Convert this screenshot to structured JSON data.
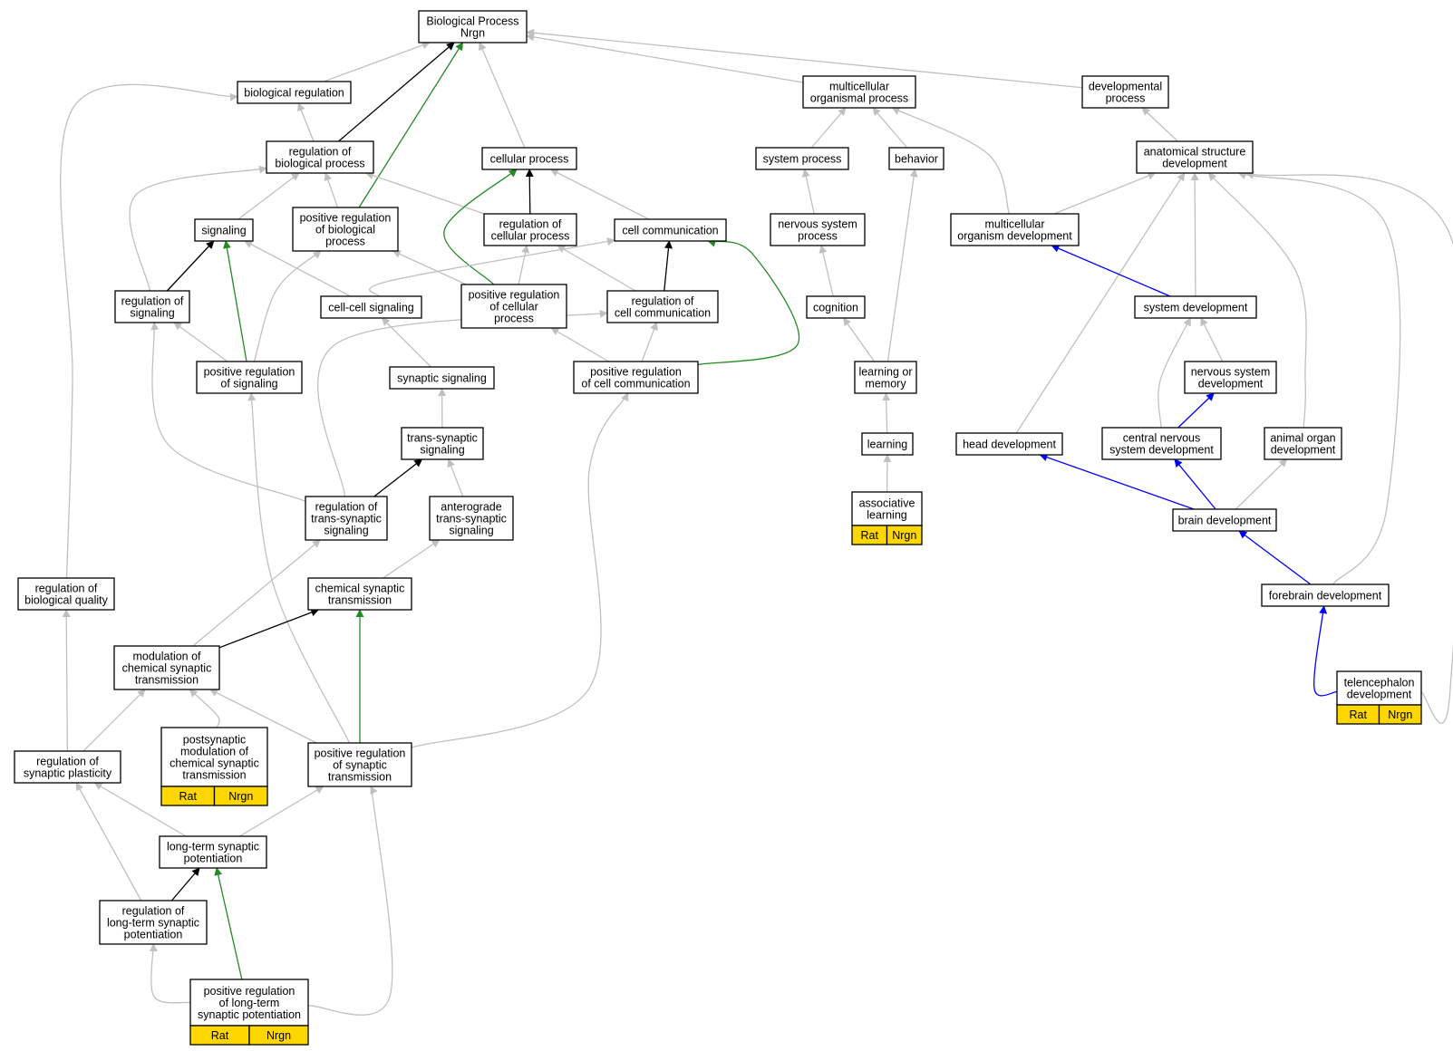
{
  "graph": {
    "colors": {
      "gray": "#c0c0c0",
      "black": "#000000",
      "green": "#228b22",
      "blue": "#0000ff",
      "annotation": "#ffd700"
    },
    "nodes": {
      "bp": {
        "lines": [
          "Biological Process",
          "Nrgn"
        ]
      },
      "bioreg": {
        "lines": [
          "biological regulation"
        ]
      },
      "mcop": {
        "lines": [
          "multicellular",
          "organismal process"
        ]
      },
      "devproc": {
        "lines": [
          "developmental",
          "process"
        ]
      },
      "regbp": {
        "lines": [
          "regulation of",
          "biological process"
        ]
      },
      "cellproc": {
        "lines": [
          "cellular process"
        ]
      },
      "sysproc": {
        "lines": [
          "system process"
        ]
      },
      "behavior": {
        "lines": [
          "behavior"
        ]
      },
      "asd": {
        "lines": [
          "anatomical structure",
          "development"
        ]
      },
      "signaling": {
        "lines": [
          "signaling"
        ]
      },
      "posregbp": {
        "lines": [
          "positive regulation",
          "of biological",
          "process"
        ]
      },
      "regcp": {
        "lines": [
          "regulation of",
          "cellular process"
        ]
      },
      "cellcomm": {
        "lines": [
          "cell communication"
        ]
      },
      "nsp": {
        "lines": [
          "nervous system",
          "process"
        ]
      },
      "mcod": {
        "lines": [
          "multicellular",
          "organism development"
        ]
      },
      "regsig": {
        "lines": [
          "regulation of",
          "signaling"
        ]
      },
      "ccsig": {
        "lines": [
          "cell-cell signaling"
        ]
      },
      "posregcp": {
        "lines": [
          "positive regulation",
          "of cellular",
          "process"
        ]
      },
      "regcc": {
        "lines": [
          "regulation of",
          "cell communication"
        ]
      },
      "cognition": {
        "lines": [
          "cognition"
        ]
      },
      "sysdev": {
        "lines": [
          "system development"
        ]
      },
      "posregsig": {
        "lines": [
          "positive regulation",
          "of signaling"
        ]
      },
      "synsig": {
        "lines": [
          "synaptic signaling"
        ]
      },
      "posregcc": {
        "lines": [
          "positive regulation",
          "of cell communication"
        ]
      },
      "learnmem": {
        "lines": [
          "learning or",
          "memory"
        ]
      },
      "nsdev": {
        "lines": [
          "nervous system",
          "development"
        ]
      },
      "tss": {
        "lines": [
          "trans-synaptic",
          "signaling"
        ]
      },
      "learning": {
        "lines": [
          "learning"
        ]
      },
      "headdev": {
        "lines": [
          "head development"
        ]
      },
      "cnsdev": {
        "lines": [
          "central nervous",
          "system development"
        ]
      },
      "aodev": {
        "lines": [
          "animal organ",
          "development"
        ]
      },
      "regtss": {
        "lines": [
          "regulation of",
          "trans-synaptic",
          "signaling"
        ]
      },
      "atss": {
        "lines": [
          "anterograde",
          "trans-synaptic",
          "signaling"
        ]
      },
      "asslearn": {
        "lines": [
          "associative",
          "learning"
        ],
        "tags": [
          "Rat",
          "Nrgn"
        ]
      },
      "braindev": {
        "lines": [
          "brain development"
        ]
      },
      "regbq": {
        "lines": [
          "regulation of",
          "biological quality"
        ]
      },
      "chemsyn": {
        "lines": [
          "chemical synaptic",
          "transmission"
        ]
      },
      "fbdev": {
        "lines": [
          "forebrain development"
        ]
      },
      "modchem": {
        "lines": [
          "modulation of",
          "chemical synaptic",
          "transmission"
        ]
      },
      "telen": {
        "lines": [
          "telencephalon",
          "development"
        ],
        "tags": [
          "Rat",
          "Nrgn"
        ]
      },
      "postsyn": {
        "lines": [
          "postsynaptic",
          "modulation of",
          "chemical synaptic",
          "transmission"
        ],
        "tags": [
          "Rat",
          "Nrgn"
        ]
      },
      "regsp": {
        "lines": [
          "regulation of",
          "synaptic plasticity"
        ]
      },
      "posregst": {
        "lines": [
          "positive regulation",
          "of synaptic",
          "transmission"
        ]
      },
      "ltsp": {
        "lines": [
          "long-term synaptic",
          "potentiation"
        ]
      },
      "regltsp": {
        "lines": [
          "regulation of",
          "long-term synaptic",
          "potentiation"
        ]
      },
      "posregltsp": {
        "lines": [
          "positive regulation",
          "of long-term",
          "synaptic potentiation"
        ],
        "tags": [
          "Rat",
          "Nrgn"
        ]
      }
    }
  }
}
